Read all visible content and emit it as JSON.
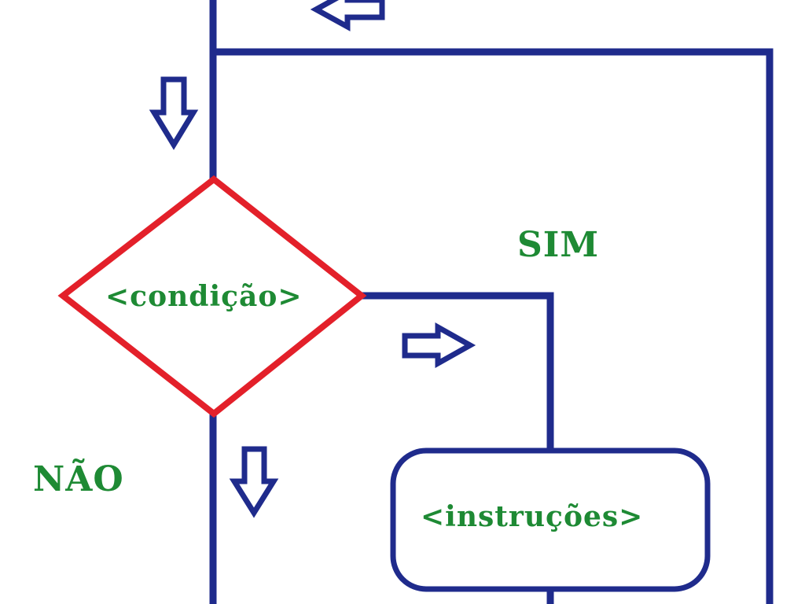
{
  "diagram": {
    "condition_label": "<condição>",
    "instructions_label": "<instruções>",
    "yes_label": "SIM",
    "no_label": "NÃO"
  },
  "colors": {
    "line": "#1f2b8c",
    "decision_border": "#e3202a",
    "text": "#1e8a34",
    "background": "#ffffff"
  },
  "icons": {
    "loop_return_arrow": "arrow-left-icon",
    "entry_arrow": "arrow-down-icon",
    "yes_arrow": "arrow-right-icon",
    "exit_arrow": "arrow-down-icon"
  }
}
